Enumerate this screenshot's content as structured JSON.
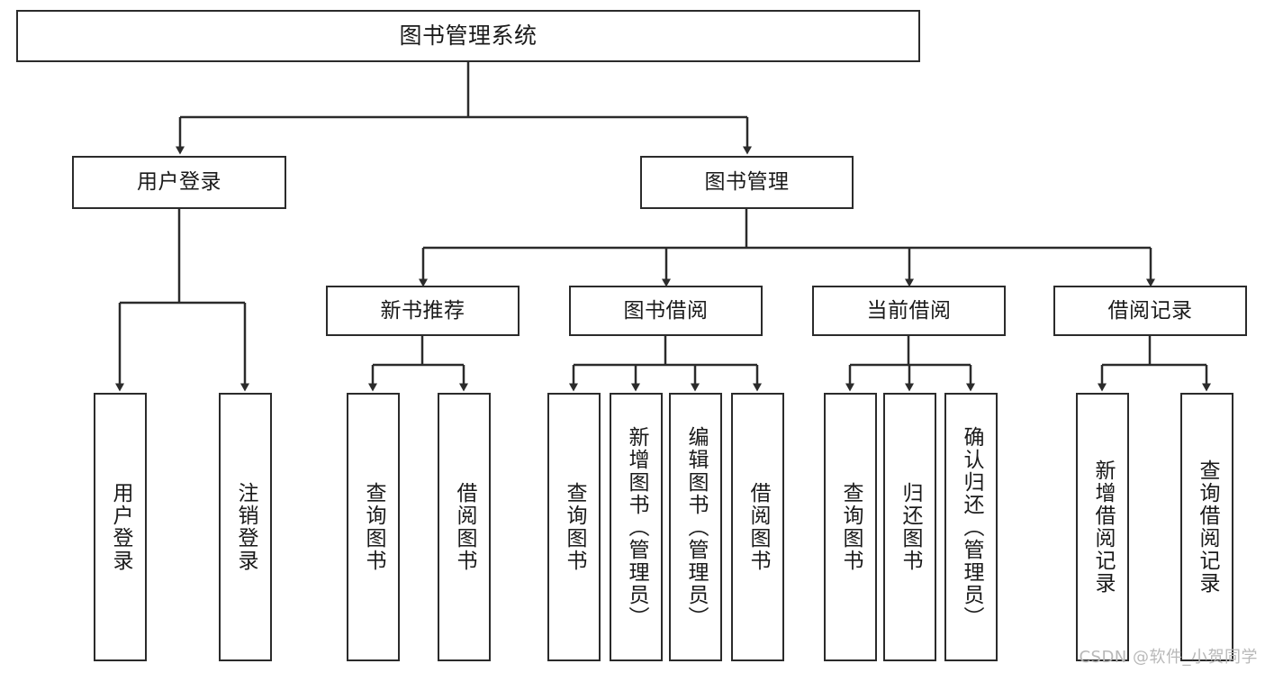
{
  "diagram": {
    "title": "图书管理系统",
    "type": "tree-hierarchy",
    "watermark": "CSDN @软件_小贺同学",
    "colors": {
      "stroke": "#2b2b2b",
      "fill": "#ffffff",
      "text": "#1a1a1a",
      "watermark": "#b8b8b8"
    },
    "nodes": {
      "root": {
        "label": "图书管理系统"
      },
      "user_login": {
        "label": "用户登录"
      },
      "book_manage": {
        "label": "图书管理"
      },
      "new_book_rec": {
        "label": "新书推荐"
      },
      "book_borrow": {
        "label": "图书借阅"
      },
      "current_borrow": {
        "label": "当前借阅"
      },
      "borrow_record": {
        "label": "借阅记录"
      },
      "leaf_user_login": {
        "label": "用户登录"
      },
      "leaf_logout": {
        "label": "注销登录"
      },
      "leaf_query_book_a": {
        "label": "查询图书"
      },
      "leaf_borrow_book_a": {
        "label": "借阅图书"
      },
      "leaf_query_book_b": {
        "label": "查询图书"
      },
      "leaf_add_book": {
        "label": "新增图书（管理员）"
      },
      "leaf_edit_book": {
        "label": "编辑图书（管理员）"
      },
      "leaf_borrow_book_b": {
        "label": "借阅图书"
      },
      "leaf_query_book_c": {
        "label": "查询图书"
      },
      "leaf_return_book": {
        "label": "归还图书"
      },
      "leaf_confirm_return": {
        "label": "确认归还（管理员）"
      },
      "leaf_add_record": {
        "label": "新增借阅记录"
      },
      "leaf_query_record": {
        "label": "查询借阅记录"
      }
    }
  }
}
